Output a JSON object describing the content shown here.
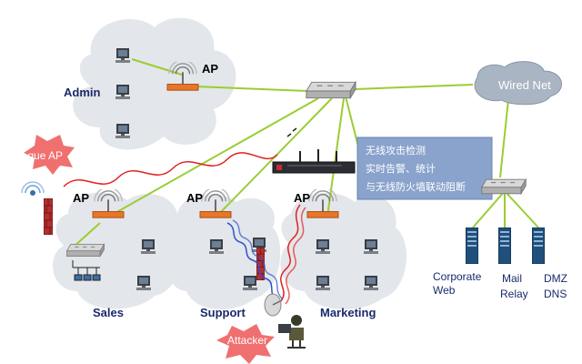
{
  "zones": {
    "admin": "Admin",
    "sales": "Sales",
    "support": "Support",
    "marketing": "Marketing"
  },
  "ap_label": "AP",
  "rogue_ap": "Rogue AP",
  "attacker": "Attacker",
  "wired_net": "Wired Net",
  "info_box": {
    "line1": "无线攻击检测",
    "line2": "实时告警、统计",
    "line3": "与无线防火墙联动阻断"
  },
  "servers": {
    "corporate_l1": "Corporate",
    "corporate_l2": "Web",
    "mail_l1": "Mail",
    "mail_l2": "Relay",
    "dmz_l1": "DMZ",
    "dmz_l2": "DNS"
  },
  "colors": {
    "link": "#9acd32",
    "cloud": "#e3e6ea",
    "burst": "#f07070",
    "info_box": "#8aa3cc",
    "attack_red": "#e02020",
    "attack_blue": "#3050d0"
  }
}
